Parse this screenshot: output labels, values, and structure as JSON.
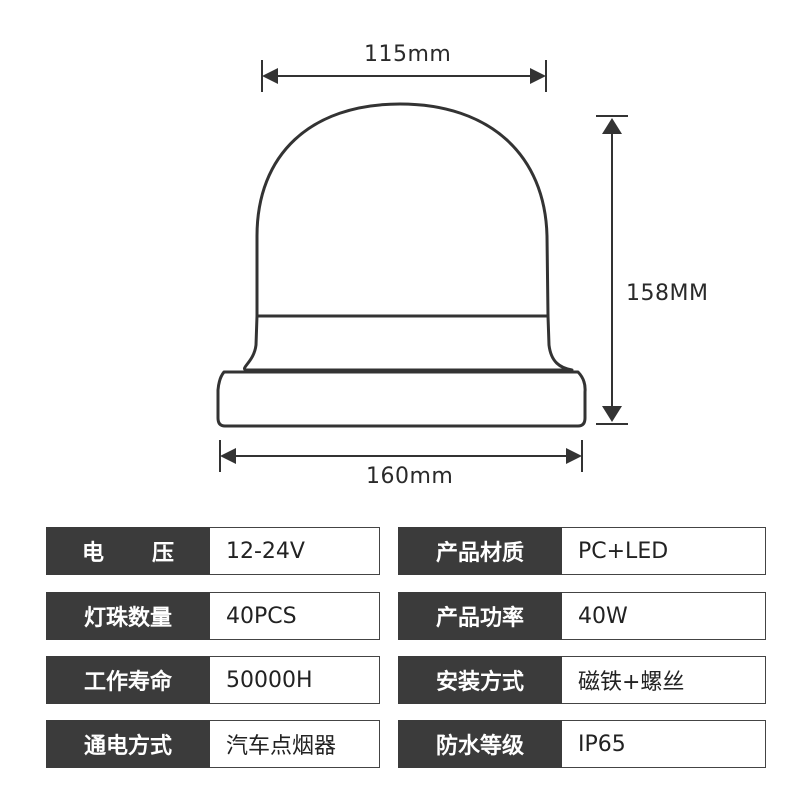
{
  "dimensions": {
    "top_width": "115mm",
    "height": "158MM",
    "base_width": "160mm"
  },
  "specs": {
    "left": [
      {
        "key": "电　压",
        "key_chars": [
          "电",
          "压"
        ],
        "value": "12-24V"
      },
      {
        "key": "灯珠数量",
        "value": "40PCS"
      },
      {
        "key": "工作寿命",
        "value": "50000H"
      },
      {
        "key": "通电方式",
        "value": "汽车点烟器"
      }
    ],
    "right": [
      {
        "key": "产品材质",
        "value": "PC+LED"
      },
      {
        "key": "产品功率",
        "value": "40W"
      },
      {
        "key": "安装方式",
        "value": "磁铁+螺丝"
      },
      {
        "key": "防水等级",
        "value": "IP65"
      }
    ]
  },
  "colors": {
    "key_bg": "#3b3b3b",
    "outline": "#333333"
  }
}
